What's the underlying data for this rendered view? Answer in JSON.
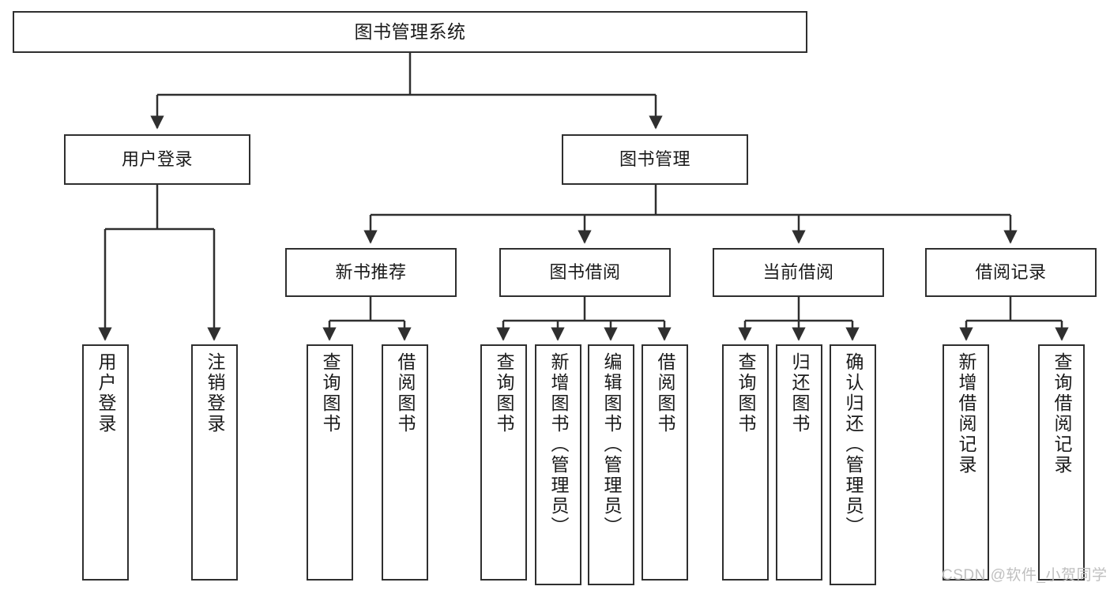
{
  "diagram": {
    "title": "图书管理系统",
    "watermark": "CSDN @软件_小贺同学",
    "line_color": "#2f2f2f",
    "box_border_color": "#2f2f2f",
    "box_fill_color": "#ffffff",
    "text_color": "#1a1a1a",
    "watermark_color": "#bfbfbf"
  },
  "nodes": {
    "root": {
      "label": "图书管理系统"
    },
    "level2": [
      {
        "id": "user-login",
        "label": "用户登录"
      },
      {
        "id": "book-management",
        "label": "图书管理"
      }
    ],
    "level3": [
      {
        "id": "new-book-recommend",
        "label": "新书推荐"
      },
      {
        "id": "book-borrow",
        "label": "图书借阅"
      },
      {
        "id": "current-borrow",
        "label": "当前借阅"
      },
      {
        "id": "borrow-record",
        "label": "借阅记录"
      }
    ],
    "leaves": {
      "user_login": [
        {
          "id": "leaf-user-login",
          "label": "用户登录"
        },
        {
          "id": "leaf-logout-login",
          "label": "注销登录"
        }
      ],
      "new_book_recommend": [
        {
          "id": "leaf-query-book-1",
          "label": "查询图书"
        },
        {
          "id": "leaf-borrow-book-1",
          "label": "借阅图书"
        }
      ],
      "book_borrow": [
        {
          "id": "leaf-query-book-2",
          "label": "查询图书"
        },
        {
          "id": "leaf-add-book-admin",
          "label": "新增图书（管理员）"
        },
        {
          "id": "leaf-edit-book-admin",
          "label": "编辑图书（管理员）"
        },
        {
          "id": "leaf-borrow-book-2",
          "label": "借阅图书"
        }
      ],
      "current_borrow": [
        {
          "id": "leaf-query-book-3",
          "label": "查询图书"
        },
        {
          "id": "leaf-return-book",
          "label": "归还图书"
        },
        {
          "id": "leaf-confirm-return-admin",
          "label": "确认归还（管理员）"
        }
      ],
      "borrow_record": [
        {
          "id": "leaf-add-borrow-record",
          "label": "新增借阅记录"
        },
        {
          "id": "leaf-query-borrow-record",
          "label": "查询借阅记录"
        }
      ]
    }
  },
  "chart_data": {
    "type": "tree-diagram",
    "title": "图书管理系统",
    "orientation": "top-down",
    "levels": 4,
    "tree": {
      "name": "图书管理系统",
      "children": [
        {
          "name": "用户登录",
          "children": [
            {
              "name": "用户登录"
            },
            {
              "name": "注销登录"
            }
          ]
        },
        {
          "name": "图书管理",
          "children": [
            {
              "name": "新书推荐",
              "children": [
                {
                  "name": "查询图书"
                },
                {
                  "name": "借阅图书"
                }
              ]
            },
            {
              "name": "图书借阅",
              "children": [
                {
                  "name": "查询图书"
                },
                {
                  "name": "新增图书（管理员）"
                },
                {
                  "name": "编辑图书（管理员）"
                },
                {
                  "name": "借阅图书"
                }
              ]
            },
            {
              "name": "当前借阅",
              "children": [
                {
                  "name": "查询图书"
                },
                {
                  "name": "归还图书"
                },
                {
                  "name": "确认归还（管理员）"
                }
              ]
            },
            {
              "name": "借阅记录",
              "children": [
                {
                  "name": "新增借阅记录"
                },
                {
                  "name": "查询借阅记录"
                }
              ]
            }
          ]
        }
      ]
    }
  }
}
